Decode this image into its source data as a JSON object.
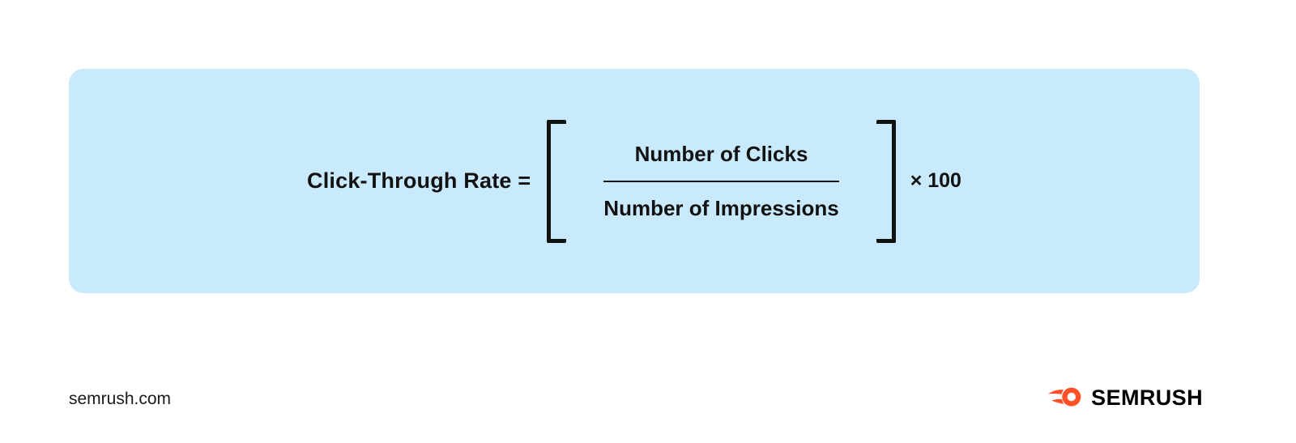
{
  "colors": {
    "panel_bg": "#c9e9fc",
    "text": "#121212",
    "brand_orange": "#ff5028"
  },
  "formula": {
    "label": "Click-Through Rate =",
    "fraction": {
      "numerator": "Number of Clicks",
      "denominator": "Number of Impressions"
    },
    "multiplier": "× 100"
  },
  "footer": {
    "website": "semrush.com",
    "brand_name": "SEMRUSH"
  }
}
